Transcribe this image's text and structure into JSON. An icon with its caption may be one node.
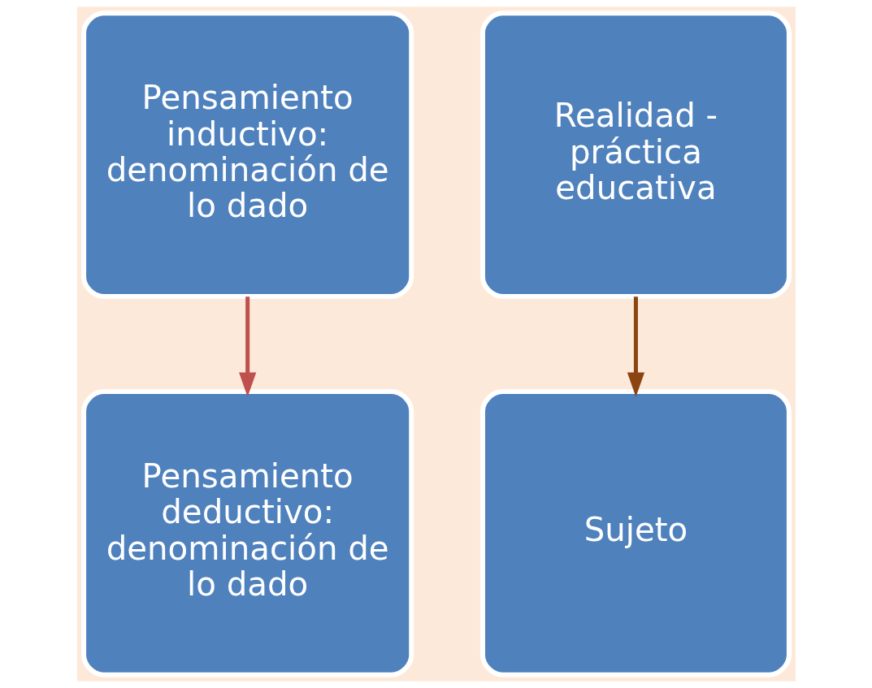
{
  "diagram": {
    "nodes": [
      {
        "text": [
          "Pensamiento inductivo: denominación de lo dado"
        ]
      },
      {
        "text": [
          "Realidad - práctica educativa"
        ]
      },
      {
        "text": [
          "Sujeto"
        ]
      },
      {
        "text": [
          "Pensamiento deductivo: denominación de lo dado"
        ]
      }
    ],
    "edges": [
      {
        "from": 0,
        "to": 3,
        "arrow": "to",
        "color": "#c0504d"
      },
      {
        "from": 1,
        "to": 2,
        "arrow": "to",
        "color": "#8b4513"
      }
    ]
  }
}
